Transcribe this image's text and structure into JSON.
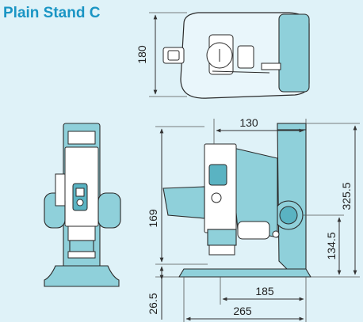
{
  "title": "Plain Stand C",
  "dimensions": {
    "top_depth": "180",
    "arm_reach": "130",
    "column_height": "325.5",
    "focus_height": "134.5",
    "stage_height": "169",
    "base_height": "26.5",
    "base_inner": "185",
    "base_width": "265"
  },
  "colors": {
    "background": "#dff2f8",
    "title": "#1a95c4",
    "stand_body": "#8fd0da"
  }
}
